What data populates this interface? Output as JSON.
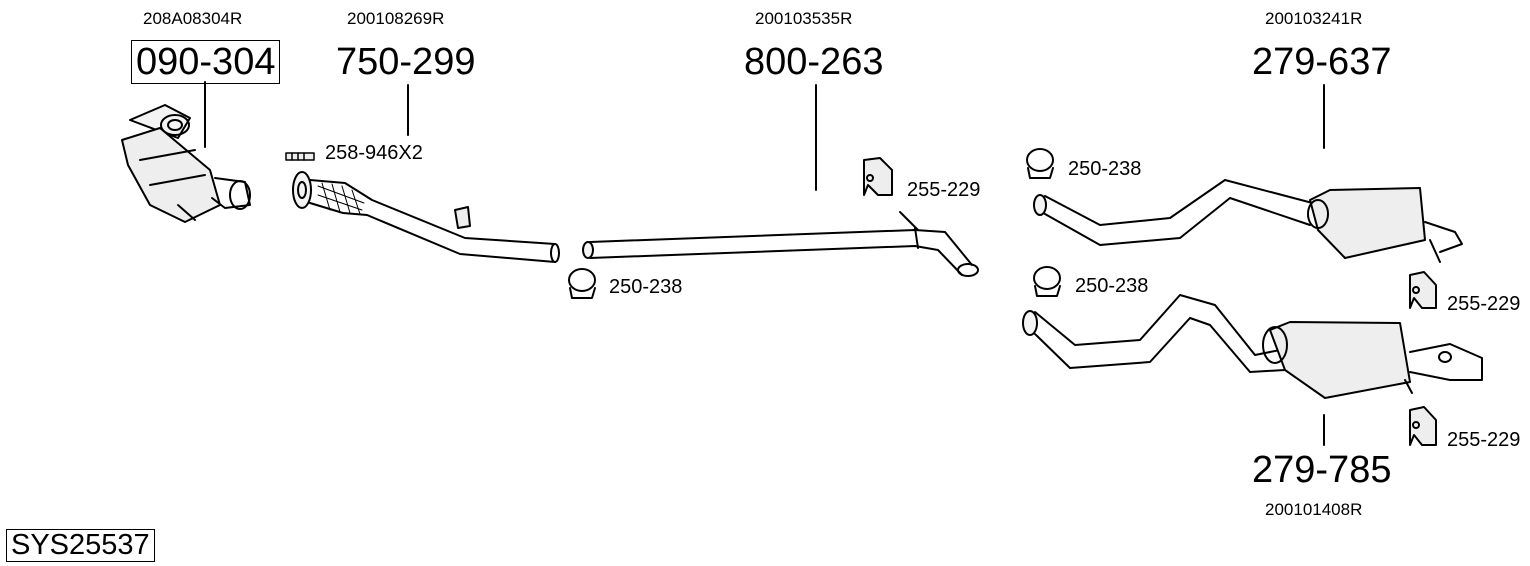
{
  "system": {
    "code": "SYS25537"
  },
  "parts": [
    {
      "id": "catalyst",
      "number": "090-304",
      "oem": "208A08304R"
    },
    {
      "id": "front-pipe",
      "number": "750-299",
      "oem": "200108269R"
    },
    {
      "id": "centre-pipe",
      "number": "800-263",
      "oem": "200103535R"
    },
    {
      "id": "rear-silencer-upper",
      "number": "279-637",
      "oem": "200103241R"
    },
    {
      "id": "rear-silencer-lower",
      "number": "279-785",
      "oem": "200101408R"
    }
  ],
  "accessories": [
    {
      "id": "bolt-kit",
      "number": "258-946X2"
    },
    {
      "id": "clamp-center",
      "number": "250-238"
    },
    {
      "id": "hanger-center",
      "number": "255-229"
    },
    {
      "id": "clamp-upper",
      "number": "250-238"
    },
    {
      "id": "hanger-upper",
      "number": "255-229"
    },
    {
      "id": "clamp-lower",
      "number": "250-238"
    },
    {
      "id": "hanger-lower",
      "number": "255-229"
    }
  ],
  "colors": {
    "line": "#000000",
    "background": "#ffffff",
    "fill": "#f0f0f0"
  }
}
